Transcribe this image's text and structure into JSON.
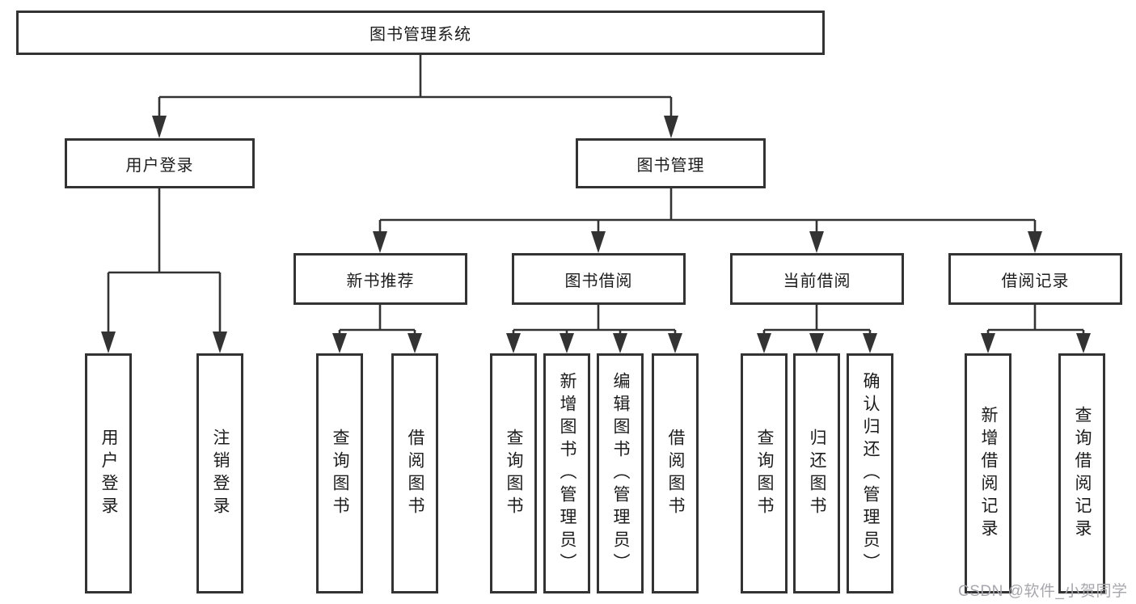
{
  "diagram": {
    "root": {
      "label": "图书管理系统"
    },
    "level2": [
      {
        "label": "用户登录"
      },
      {
        "label": "图书管理"
      }
    ],
    "level3": [
      {
        "label": "新书推荐"
      },
      {
        "label": "图书借阅"
      },
      {
        "label": "当前借阅"
      },
      {
        "label": "借阅记录"
      }
    ],
    "leaves": [
      {
        "label": "用户登录"
      },
      {
        "label": "注销登录"
      },
      {
        "label": "查询图书"
      },
      {
        "label": "借阅图书"
      },
      {
        "label": "查询图书"
      },
      {
        "label": "新增图书（管理员）"
      },
      {
        "label": "编辑图书（管理员）"
      },
      {
        "label": "借阅图书"
      },
      {
        "label": "查询图书"
      },
      {
        "label": "归还图书"
      },
      {
        "label": "确认归还（管理员）"
      },
      {
        "label": "新增借阅记录"
      },
      {
        "label": "查询借阅记录"
      }
    ]
  },
  "watermark": "CSDN @软件_小贺同学",
  "colors": {
    "line": "#333333",
    "box_border": "#333333",
    "box_background": "#ffffff",
    "text": "#1c1c1c",
    "watermark": "#a7a7ad"
  }
}
